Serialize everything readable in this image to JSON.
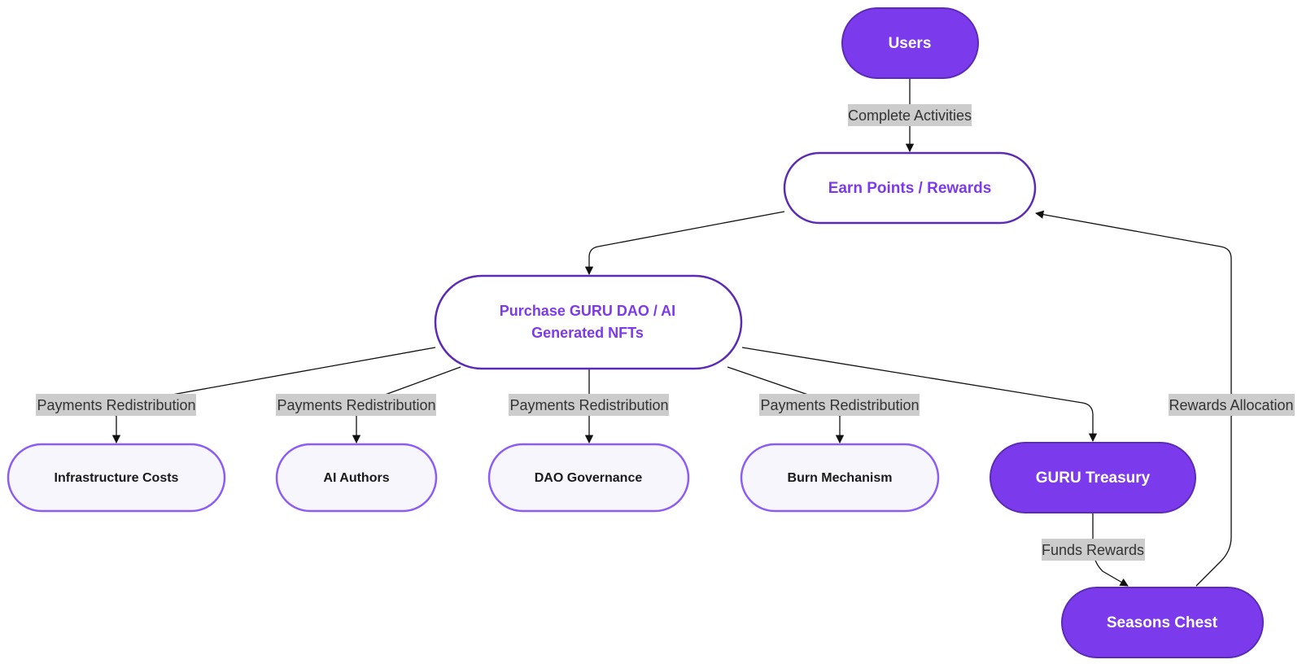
{
  "colors": {
    "accent": "#7c3aed",
    "accent_border": "#5b2bb5",
    "light_fill": "#f7f6fc",
    "white_fill": "#ffffff",
    "border_purple": "#8b5cf6",
    "dark_text": "#1a1a1a",
    "white_text": "#ffffff",
    "purple_text": "#7c3aed",
    "label_bg": "#cccccc",
    "edge": "#111111"
  },
  "nodes": {
    "users": {
      "label": "Users"
    },
    "earn": {
      "label": "Earn Points / Rewards"
    },
    "purchase": {
      "line1": "Purchase GURU DAO / AI",
      "line2": "Generated NFTs"
    },
    "infra": {
      "label": "Infrastructure Costs"
    },
    "authors": {
      "label": "AI Authors"
    },
    "governance": {
      "label": "DAO Governance"
    },
    "burn": {
      "label": "Burn Mechanism"
    },
    "treasury": {
      "label": "GURU Treasury"
    },
    "chest": {
      "label": "Seasons Chest"
    }
  },
  "edges": {
    "complete_activities": "Complete Activities",
    "payments_infra": "Payments Redistribution",
    "payments_authors": "Payments Redistribution",
    "payments_governance": "Payments Redistribution",
    "payments_burn": "Payments Redistribution",
    "funds_rewards": "Funds Rewards",
    "rewards_allocation": "Rewards Allocation"
  }
}
